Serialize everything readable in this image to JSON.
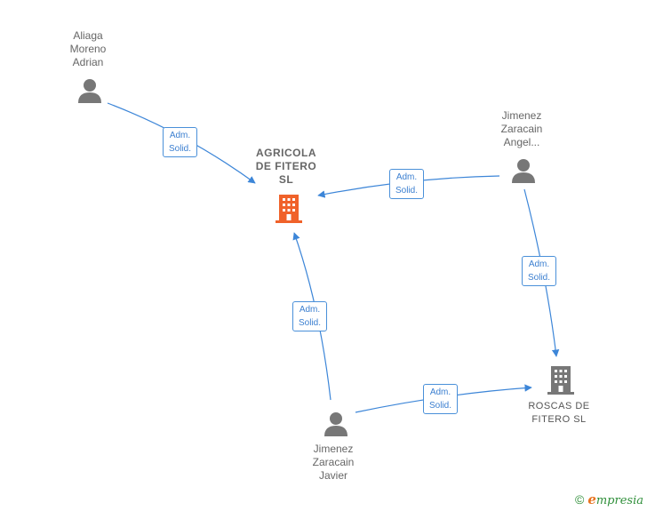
{
  "nodes": {
    "aliaga": {
      "label": "Aliaga\nMoreno\nAdrian",
      "type": "person"
    },
    "jimenez_angel": {
      "label": "Jimenez\nZaracain\nAngel...",
      "type": "person"
    },
    "jimenez_javier": {
      "label": "Jimenez\nZaracain\nJavier",
      "type": "person"
    },
    "agricola": {
      "label": "AGRICOLA\nDE FITERO\nSL",
      "type": "company-main"
    },
    "roscas": {
      "label": "ROSCAS DE\nFITERO  SL",
      "type": "company"
    }
  },
  "edges": {
    "e1": {
      "label": "Adm.\nSolid."
    },
    "e2": {
      "label": "Adm.\nSolid."
    },
    "e3": {
      "label": "Adm.\nSolid."
    },
    "e4": {
      "label": "Adm.\nSolid."
    },
    "e5": {
      "label": "Adm.\nSolid."
    }
  },
  "colors": {
    "edge": "#3d86d8",
    "person_icon": "#777777",
    "company_main_icon": "#f0622a",
    "company_icon": "#777777"
  },
  "footer": {
    "copyright_symbol": "©",
    "brand_first": "e",
    "brand_rest": "mpresia"
  }
}
